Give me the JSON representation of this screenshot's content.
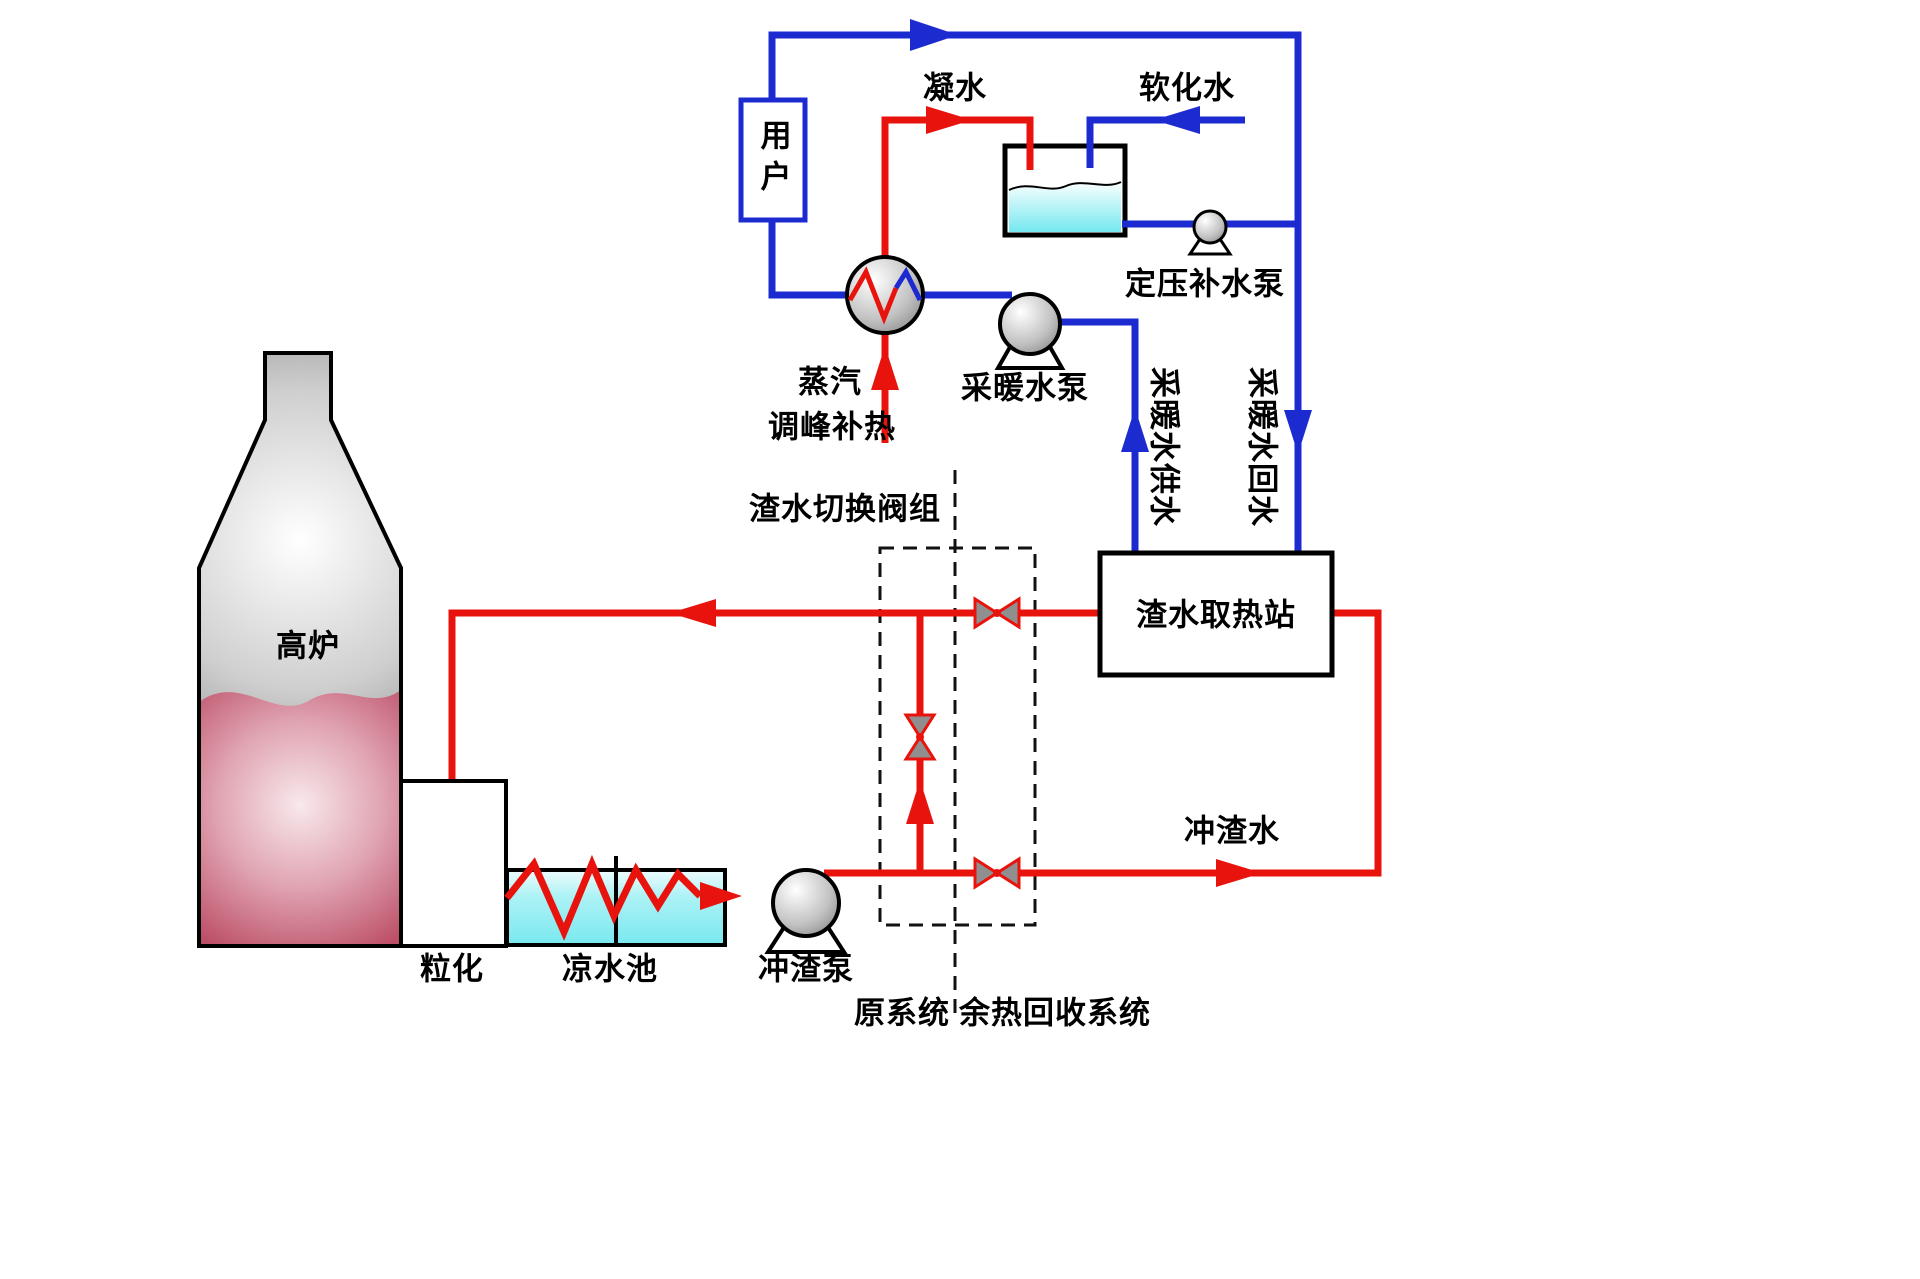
{
  "colors": {
    "hot": "#e8130c",
    "cold": "#1c2bd0",
    "outline": "#000000",
    "water": "#7ce9f1"
  },
  "labels": {
    "condensate": "凝水",
    "softened_water": "软化水",
    "user": "用户",
    "pressure_makeup_pump": "定压补水泵",
    "heating_pump": "采暖水泵",
    "steam": "蒸汽",
    "peak_heating": "调峰补热",
    "heating_supply": "采暖水供水",
    "heating_return": "采暖水回水",
    "valve_group": "渣水切换阀组",
    "heat_station": "渣水取热站",
    "slag_flush_water": "冲渣水",
    "blast_furnace": "高炉",
    "granulation": "粒化",
    "cooling_pool": "凉水池",
    "slag_pump": "冲渣泵",
    "original_system": "原系统",
    "recovery_system": "余热回收系统"
  }
}
